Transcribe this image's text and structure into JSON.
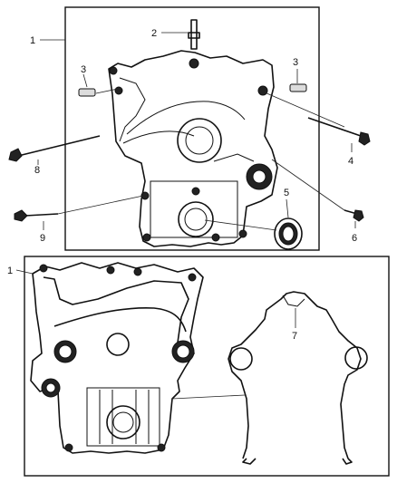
{
  "callouts": [
    {
      "id": "c1-top",
      "text": "1"
    },
    {
      "id": "c2",
      "text": "2"
    },
    {
      "id": "c3-left",
      "text": "3"
    },
    {
      "id": "c3-right",
      "text": "3"
    },
    {
      "id": "c4",
      "text": "4"
    },
    {
      "id": "c5",
      "text": "5"
    },
    {
      "id": "c6",
      "text": "6"
    },
    {
      "id": "c8",
      "text": "8"
    },
    {
      "id": "c9",
      "text": "9"
    },
    {
      "id": "c1-bottom",
      "text": "1"
    },
    {
      "id": "c7",
      "text": "7"
    }
  ]
}
